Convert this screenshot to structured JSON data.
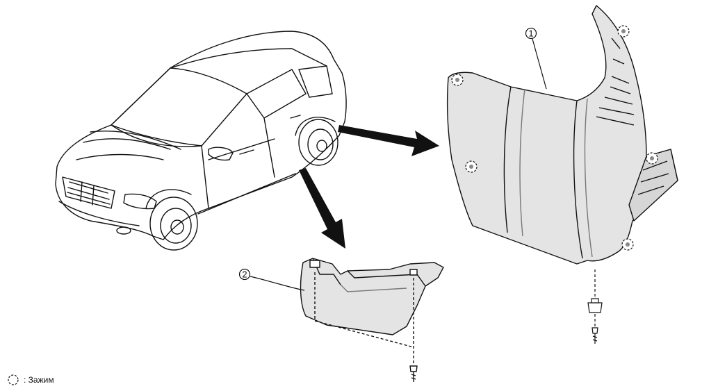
{
  "callouts": {
    "part1": "1",
    "part2": "2"
  },
  "legend": {
    "clip_label": ": Зажим",
    "icon": "dashed-circle-clip-icon"
  },
  "colors": {
    "line": "#111111",
    "panel_fill": "#e4e4e4",
    "panel_shade": "#cfcfcf",
    "arrow": "#111111"
  }
}
